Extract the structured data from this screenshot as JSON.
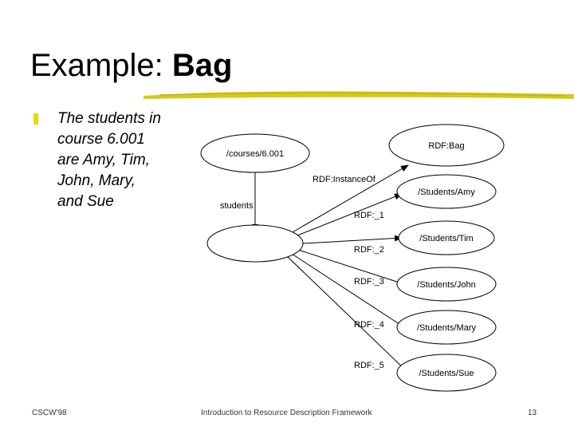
{
  "slide": {
    "title_normal": "Example: ",
    "title_bold": "Bag",
    "bullet": "The students in\n course 6.001\n  are Amy, Tim,\n John, Mary,\n and Sue"
  },
  "diagram": {
    "nodes": {
      "course": "/courses/6.001",
      "bag": "RDF:Bag",
      "amy": "/Students/Amy",
      "tim": "/Students/Tim",
      "john": "/Students/John",
      "mary": "/Students/Mary",
      "sue": "/Students/Sue"
    },
    "edges": {
      "students": "students",
      "instanceof": "RDF:InstanceOf",
      "e1": "RDF:_1",
      "e2": "RDF:_2",
      "e3": "RDF:_3",
      "e4": "RDF:_4",
      "e5": "RDF:_5"
    }
  },
  "footer": {
    "left": "CSCW'98",
    "center": "Introduction to Resource Description Framework",
    "page": "13"
  },
  "colors": {
    "bullet": "#e8d800",
    "underline": "#d4c200"
  }
}
